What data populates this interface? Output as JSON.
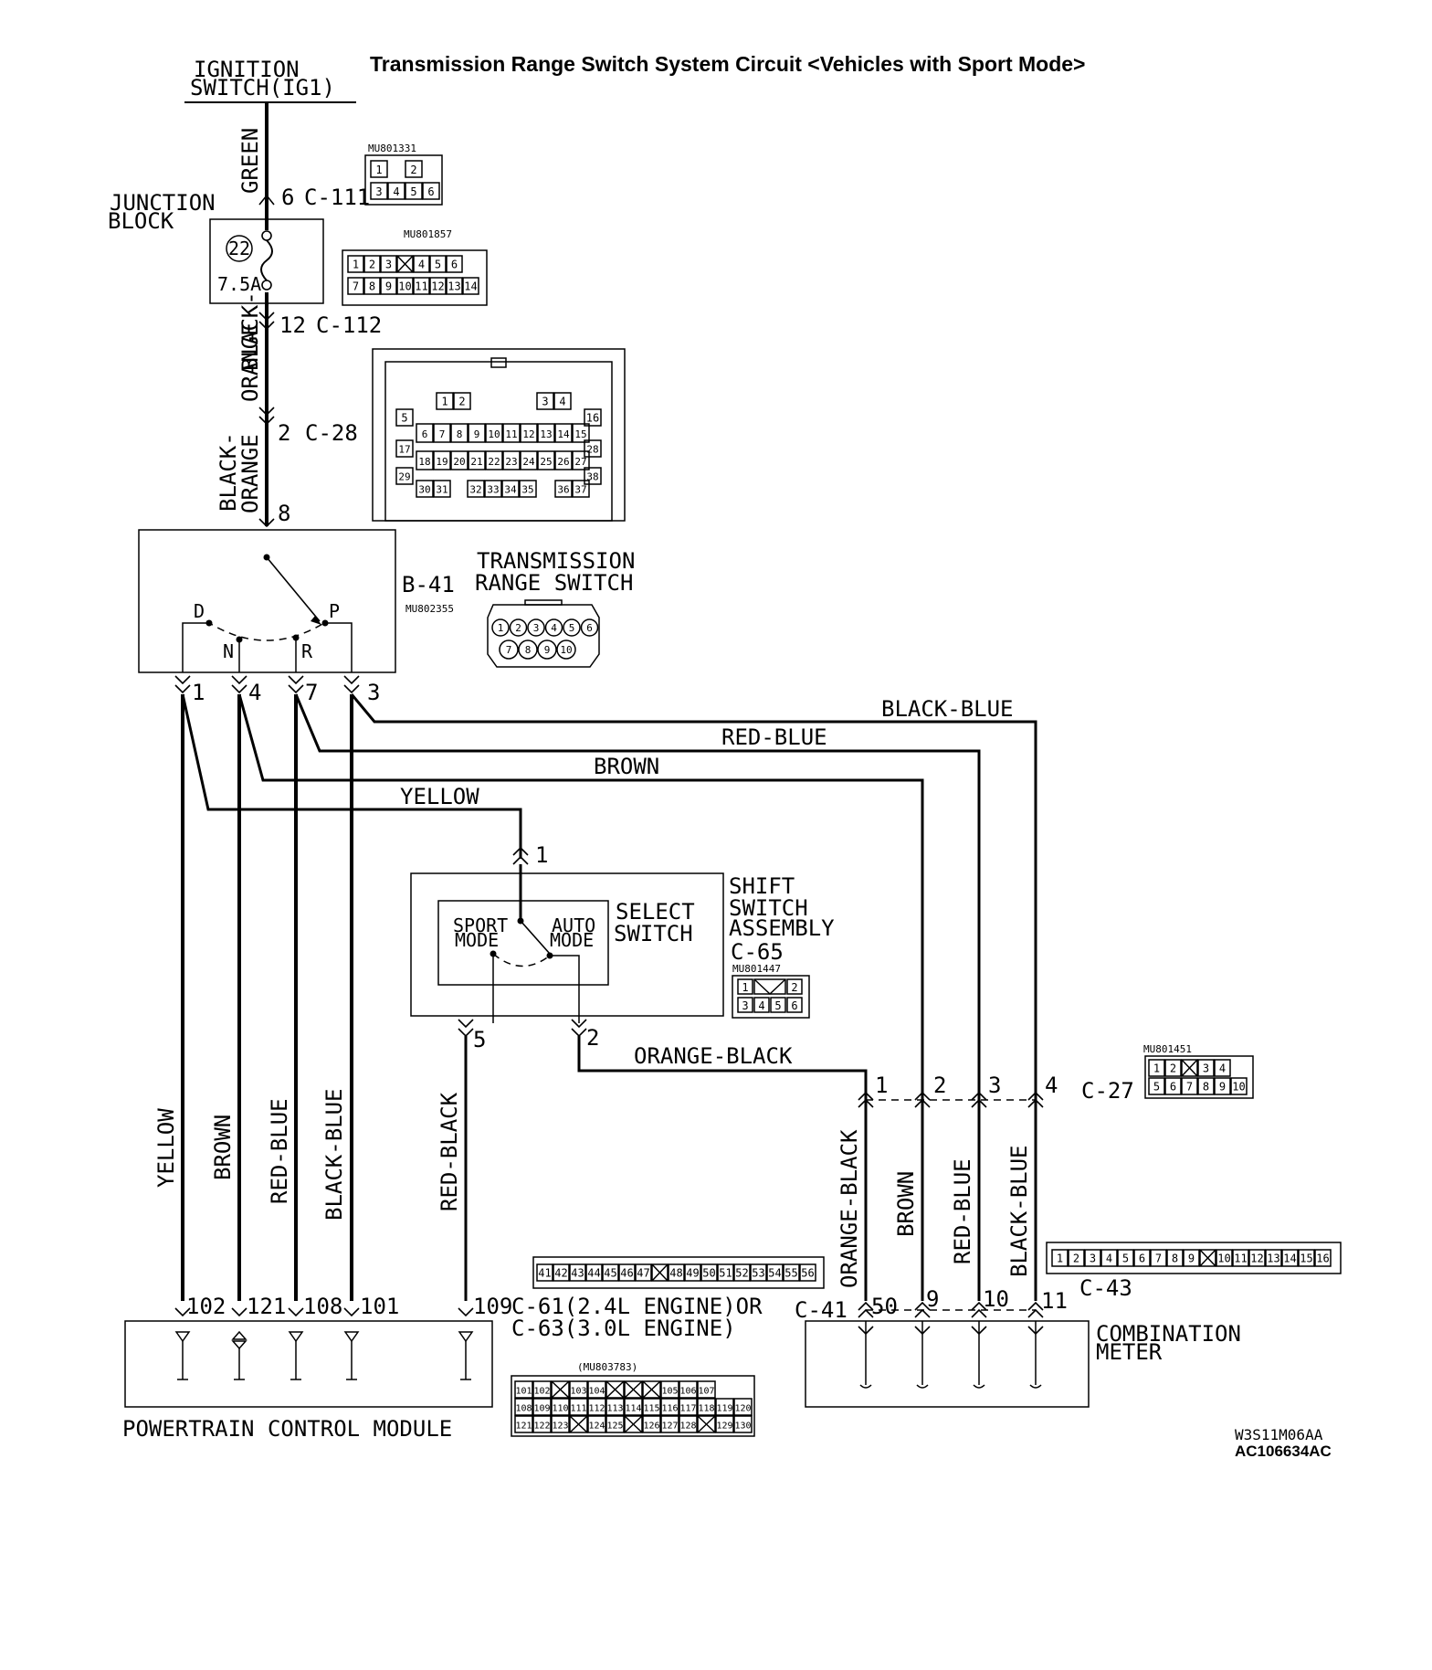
{
  "title": "Transmission Range Switch System Circuit <Vehicles with Sport Mode>",
  "ignition": {
    "line1": "IGNITION",
    "line2": "SWITCH(IG1)"
  },
  "junction_block": {
    "line1": "JUNCTION",
    "line2": "BLOCK",
    "fuse_no": "22",
    "fuse_rating": "7.5A"
  },
  "connectors": {
    "c111": {
      "pin": "6",
      "name": "C-111",
      "part": "MU801331",
      "cells": [
        "1",
        "",
        "2",
        "3",
        "4",
        "5",
        "6"
      ]
    },
    "c112": {
      "pin": "12",
      "name": "C-112",
      "part": "MU801857",
      "cells": [
        "1",
        "2",
        "3",
        "",
        "4",
        "5",
        "6",
        "7",
        "8",
        "9",
        "10",
        "11",
        "12",
        "13",
        "14"
      ]
    },
    "c28": {
      "pin": "2",
      "name": "C-28",
      "rows": [
        [
          "1",
          "2",
          "3",
          "4"
        ],
        [
          "5",
          "16"
        ],
        [
          "6",
          "7",
          "8",
          "9",
          "10",
          "11",
          "12",
          "13",
          "14",
          "15"
        ],
        [
          "17",
          "28"
        ],
        [
          "18",
          "19",
          "20",
          "21",
          "22",
          "23",
          "24",
          "25",
          "26",
          "27"
        ],
        [
          "29",
          "38"
        ],
        [
          "30",
          "31",
          "32",
          "33",
          "34",
          "35",
          "36",
          "37"
        ]
      ]
    },
    "c27": {
      "name": "C-27",
      "part": "MU801451",
      "pins": [
        "1",
        "2",
        "3",
        "4"
      ],
      "cells": [
        "1",
        "2",
        "",
        "3",
        "4",
        "5",
        "6",
        "7",
        "8",
        "9",
        "10"
      ]
    },
    "c43": {
      "name": "C-43",
      "cells": [
        "1",
        "2",
        "3",
        "4",
        "5",
        "6",
        "7",
        "8",
        "9",
        "",
        "10",
        "11",
        "12",
        "13",
        "14",
        "15",
        "16"
      ]
    },
    "c41": {
      "name": "C-41",
      "pins": [
        "50",
        "9",
        "10",
        "11"
      ],
      "cells": [
        "41",
        "42",
        "43",
        "44",
        "45",
        "46",
        "47",
        "",
        "48",
        "49",
        "50",
        "51",
        "52",
        "53",
        "54",
        "55",
        "56"
      ]
    },
    "c61_63": {
      "line1": "C-61(2.4L ENGINE)OR",
      "line2": "C-63(3.0L ENGINE)",
      "part": "(MU803783)",
      "rows": [
        [
          "101",
          "102",
          "",
          "103",
          "104",
          "",
          "",
          "",
          "105",
          "106",
          "107"
        ],
        [
          "108",
          "109",
          "110",
          "111",
          "112",
          "113",
          "114",
          "115",
          "116",
          "117",
          "118",
          "119",
          "120"
        ],
        [
          "121",
          "122",
          "123",
          "",
          "124",
          "125",
          "",
          "126",
          "127",
          "128",
          "",
          "129",
          "130"
        ]
      ]
    },
    "c65": {
      "name": "C-65",
      "part": "MU801447",
      "cells": [
        "1",
        "",
        "2",
        "3",
        "4",
        "5",
        "6"
      ]
    }
  },
  "range_switch": {
    "connector": "B-41",
    "part": "MU802355",
    "name_line1": "TRANSMISSION",
    "name_line2": "RANGE SWITCH",
    "wire_in_pin": "8",
    "positions": [
      "D",
      "N",
      "R",
      "P"
    ],
    "pins": [
      "1",
      "4",
      "7",
      "3"
    ],
    "pin_cells": [
      "1",
      "2",
      "3",
      "4",
      "5",
      "6",
      "7",
      "8",
      "9",
      "10"
    ]
  },
  "shift_switch": {
    "line1": "SHIFT",
    "line2": "SWITCH",
    "line3": "ASSEMBLY",
    "select_line1": "SELECT",
    "select_line2": "SWITCH",
    "sport_line1": "SPORT",
    "sport_line2": "MODE",
    "auto_line1": "AUTO",
    "auto_line2": "MODE",
    "pin_in": "1",
    "pin_sport": "5",
    "pin_auto": "2"
  },
  "pcm": {
    "name": "POWERTRAIN CONTROL MODULE",
    "pins": [
      "102",
      "121",
      "108",
      "101",
      "109"
    ]
  },
  "combination_meter": {
    "line1": "COMBINATION",
    "line2": "METER"
  },
  "wire_labels": {
    "green": "GREEN",
    "black_orange_a1": "BLACK-",
    "black_orange_a2": "ORANGE",
    "yellow": "YELLOW",
    "brown": "BROWN",
    "red_blue": "RED-BLUE",
    "black_blue": "BLACK-BLUE",
    "orange_black": "ORANGE-BLACK",
    "red_black": "RED-BLACK"
  },
  "codes": {
    "drawing": "W3S11M06AA",
    "figure": "AC106634AC"
  }
}
